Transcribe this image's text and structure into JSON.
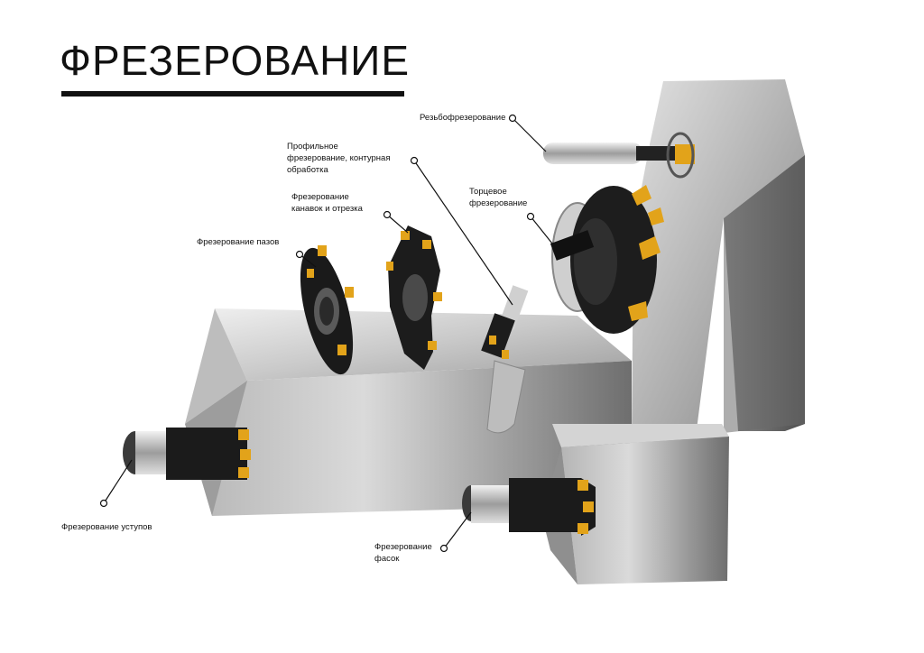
{
  "title": "ФРЕЗЕРОВАНИЕ",
  "colors": {
    "background": "#ffffff",
    "title": "#111111",
    "steel_light": "#d9d9d9",
    "steel_mid": "#a9a9a9",
    "steel_dark": "#5a5a5a",
    "tool_body": "#1a1a1a",
    "insert_gold": "#e2a31a",
    "leader_line": "#111111"
  },
  "callouts": {
    "thread": "Резьбофрезерование",
    "profile": "Профильное\nфрезерование, контурная\nобработка",
    "grooving": "Фрезерование\nканавок и отрезка",
    "slot": "Фрезерование пазов",
    "face": "Торцевое\nфрезерование",
    "shoulder": "Фрезерование уступов",
    "chamfer": "Фрезерование\nфасок"
  },
  "icons": {
    "thread_mill": "thread-mill-icon",
    "face_mill": "face-mill-icon",
    "disc_cutter": "disc-cutter-icon",
    "ball_nose": "ball-nose-icon",
    "shoulder_mill": "shoulder-mill-icon",
    "chamfer_mill": "chamfer-mill-icon"
  }
}
